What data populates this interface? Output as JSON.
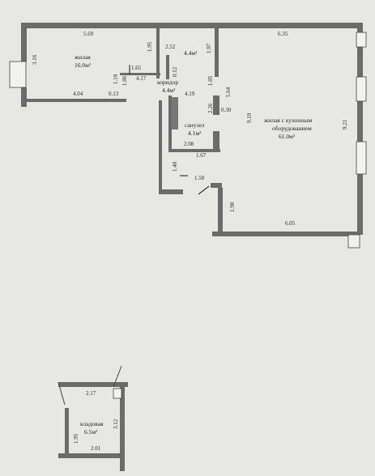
{
  "rooms": {
    "living1": {
      "name": "жилая",
      "area": "16.0м²"
    },
    "small": {
      "area": "4.4м²"
    },
    "corridor": {
      "name": "коридор",
      "area": "4.4м²"
    },
    "bathroom": {
      "name": "санузел",
      "area": "4.1м²"
    },
    "kitchen_living": {
      "name1": "жилая с кухонным",
      "name2": "оборудованием",
      "area": "61.0м²"
    },
    "storage": {
      "name": "кладовая",
      "area": "6.5м²"
    }
  },
  "dimensions": {
    "d569": "5.69",
    "d635": "6.35",
    "d316": "3.16",
    "d195a": "1.95",
    "d252": "2.52",
    "d197": "1.97",
    "d165": "1.65",
    "d417": "4.17",
    "d119": "1.19",
    "d106": "1.06",
    "d012": "0.12",
    "d105": "1.05",
    "d404": "4.04",
    "d013": "0.13",
    "d419": "4.19",
    "d564": "5.64",
    "d226": "2.26",
    "d030": "0.30",
    "d919": "9.19",
    "d921": "9.21",
    "d208": "2.08",
    "d167": "1.67",
    "d140": "1.40",
    "d150": "1.50",
    "d190": "1.90",
    "d605": "6.05",
    "d217": "2.17",
    "d312": "3.12",
    "d195b": "1.95",
    "d201": "2.01"
  }
}
